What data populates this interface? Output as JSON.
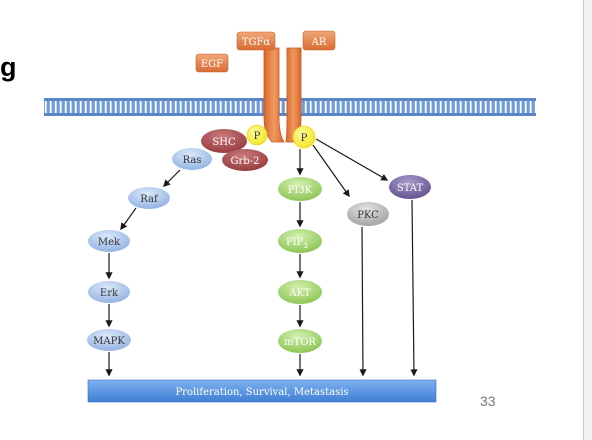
{
  "heading_fragment": "g",
  "page_number_fragment": "33",
  "ligands": {
    "tgf": "TGFα",
    "ar": "AR",
    "egf": "EGF"
  },
  "phospho": {
    "left": "P",
    "right": "P"
  },
  "adaptors": {
    "shc": "SHC",
    "grb2": "Grb-2"
  },
  "mapk_pathway": [
    "Ras",
    "Raf",
    "Mek",
    "Erk",
    "MAPK"
  ],
  "pi3k_pathway": {
    "pi3k": "PI3K",
    "pip3_base": "PIP",
    "pip3_sub": "3",
    "akt": "AKT",
    "mtor": "mTOR"
  },
  "pkc": "PKC",
  "stat": "STAT",
  "outcome": "Proliferation, Survival, Metastasis",
  "colors": {
    "ligand": "#e3834d",
    "receptor": "#e67a36",
    "phospho": "#f7ef2a",
    "adaptor": "#a84548",
    "mapk": "#a9c3e9",
    "pi3k": "#a3d66c",
    "pkc": "#b3b3b3",
    "stat": "#7c6ba4",
    "outcome": "#4d8fde",
    "membrane": "#6f9bdc"
  }
}
